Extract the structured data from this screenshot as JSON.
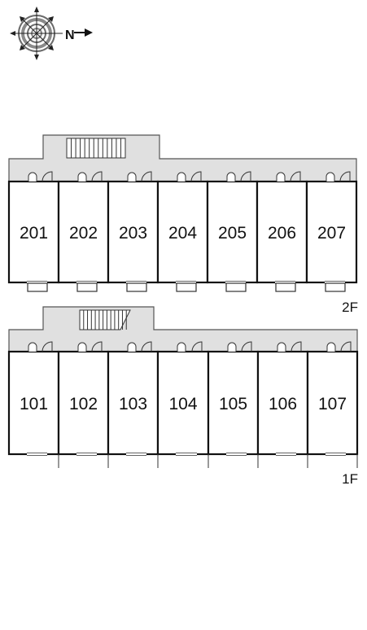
{
  "compass": {
    "label": "N",
    "icon": "compass-rose-icon"
  },
  "floors": [
    {
      "label": "2F",
      "rooms": [
        "201",
        "202",
        "203",
        "204",
        "205",
        "206",
        "207"
      ]
    },
    {
      "label": "1F",
      "rooms": [
        "101",
        "102",
        "103",
        "104",
        "105",
        "106",
        "107"
      ]
    }
  ],
  "colors": {
    "corridor": "#e0e0e0",
    "wall": "#111111",
    "line": "#555555"
  }
}
